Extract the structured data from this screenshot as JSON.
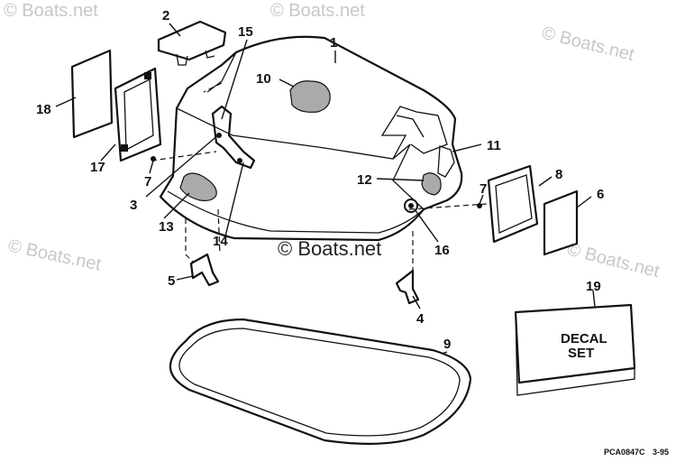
{
  "watermark": {
    "text": "© Boats.net",
    "center_text": "© Boats.net"
  },
  "callouts": [
    {
      "id": "1",
      "label": "1"
    },
    {
      "id": "2",
      "label": "2"
    },
    {
      "id": "3",
      "label": "3"
    },
    {
      "id": "4",
      "label": "4"
    },
    {
      "id": "5",
      "label": "5"
    },
    {
      "id": "6",
      "label": "6"
    },
    {
      "id": "7a",
      "label": "7"
    },
    {
      "id": "7b",
      "label": "7"
    },
    {
      "id": "8",
      "label": "8"
    },
    {
      "id": "9",
      "label": "9"
    },
    {
      "id": "10",
      "label": "10"
    },
    {
      "id": "11",
      "label": "11"
    },
    {
      "id": "12",
      "label": "12"
    },
    {
      "id": "13",
      "label": "13"
    },
    {
      "id": "14",
      "label": "14"
    },
    {
      "id": "15",
      "label": "15"
    },
    {
      "id": "16",
      "label": "16"
    },
    {
      "id": "17",
      "label": "17"
    },
    {
      "id": "18",
      "label": "18"
    },
    {
      "id": "19",
      "label": "19"
    }
  ],
  "decal_box": {
    "line1": "DECAL",
    "line2": "SET"
  },
  "footer": {
    "ref_code": "PCA0847C",
    "date_code": "3-95"
  }
}
